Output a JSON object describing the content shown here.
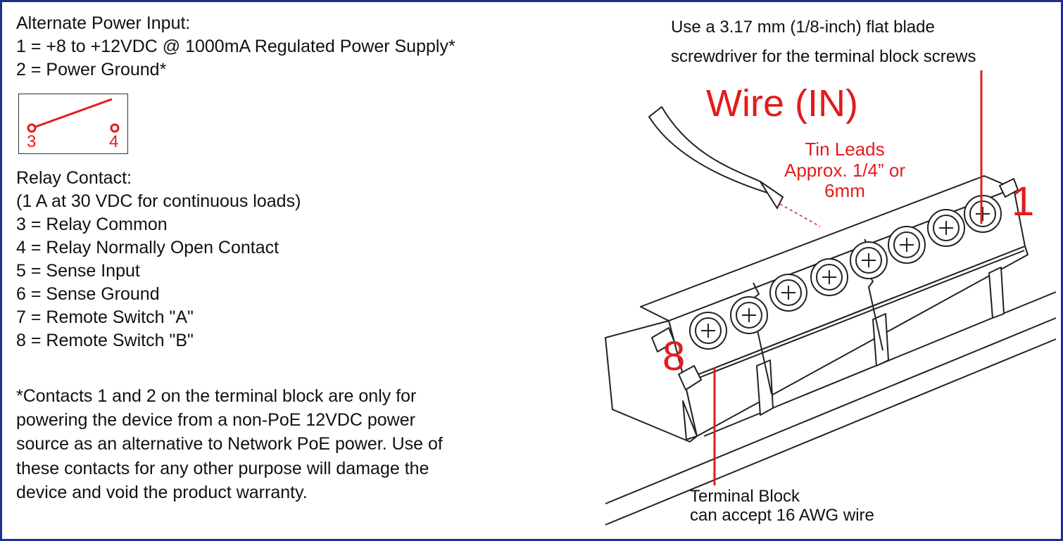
{
  "power": {
    "heading": "Alternate Power Input:",
    "line1": "1 = +8 to +12VDC @ 1000mA Regulated Power Supply*",
    "line2": "2 = Power Ground*"
  },
  "relay_symbol": {
    "left_num": "3",
    "right_num": "4"
  },
  "relay": {
    "heading": "Relay Contact:",
    "rating": "(1 A at 30 VDC for continuous loads)",
    "items": [
      "3 = Relay Common",
      "4 = Relay Normally Open Contact",
      "5 = Sense Input",
      "6 = Sense Ground",
      "7 = Remote Switch \"A\"",
      "8 = Remote Switch \"B\""
    ]
  },
  "note": {
    "lines": [
      "*Contacts 1 and 2 on the terminal block are only for",
      "powering the device from a non-PoE 12VDC power",
      "source as an alternative to Network PoE power. Use of",
      "these contacts for any other purpose will damage the",
      "device and void the product warranty."
    ]
  },
  "diagram": {
    "screwdriver_line1": "Use a 3.17 mm (1/8-inch) flat blade",
    "screwdriver_line2": "screwdriver for the terminal block screws",
    "wire_label": "Wire (IN)",
    "tin_line1": "Tin Leads",
    "tin_line2": "Approx. 1/4” or",
    "tin_line3": "6mm",
    "pin_first": "1",
    "pin_last": "8",
    "block_line1": "Terminal Block",
    "block_line2": "can accept 16 AWG wire"
  },
  "colors": {
    "accent_red": "#e31b1b",
    "frame_blue": "#1e2f8f"
  }
}
